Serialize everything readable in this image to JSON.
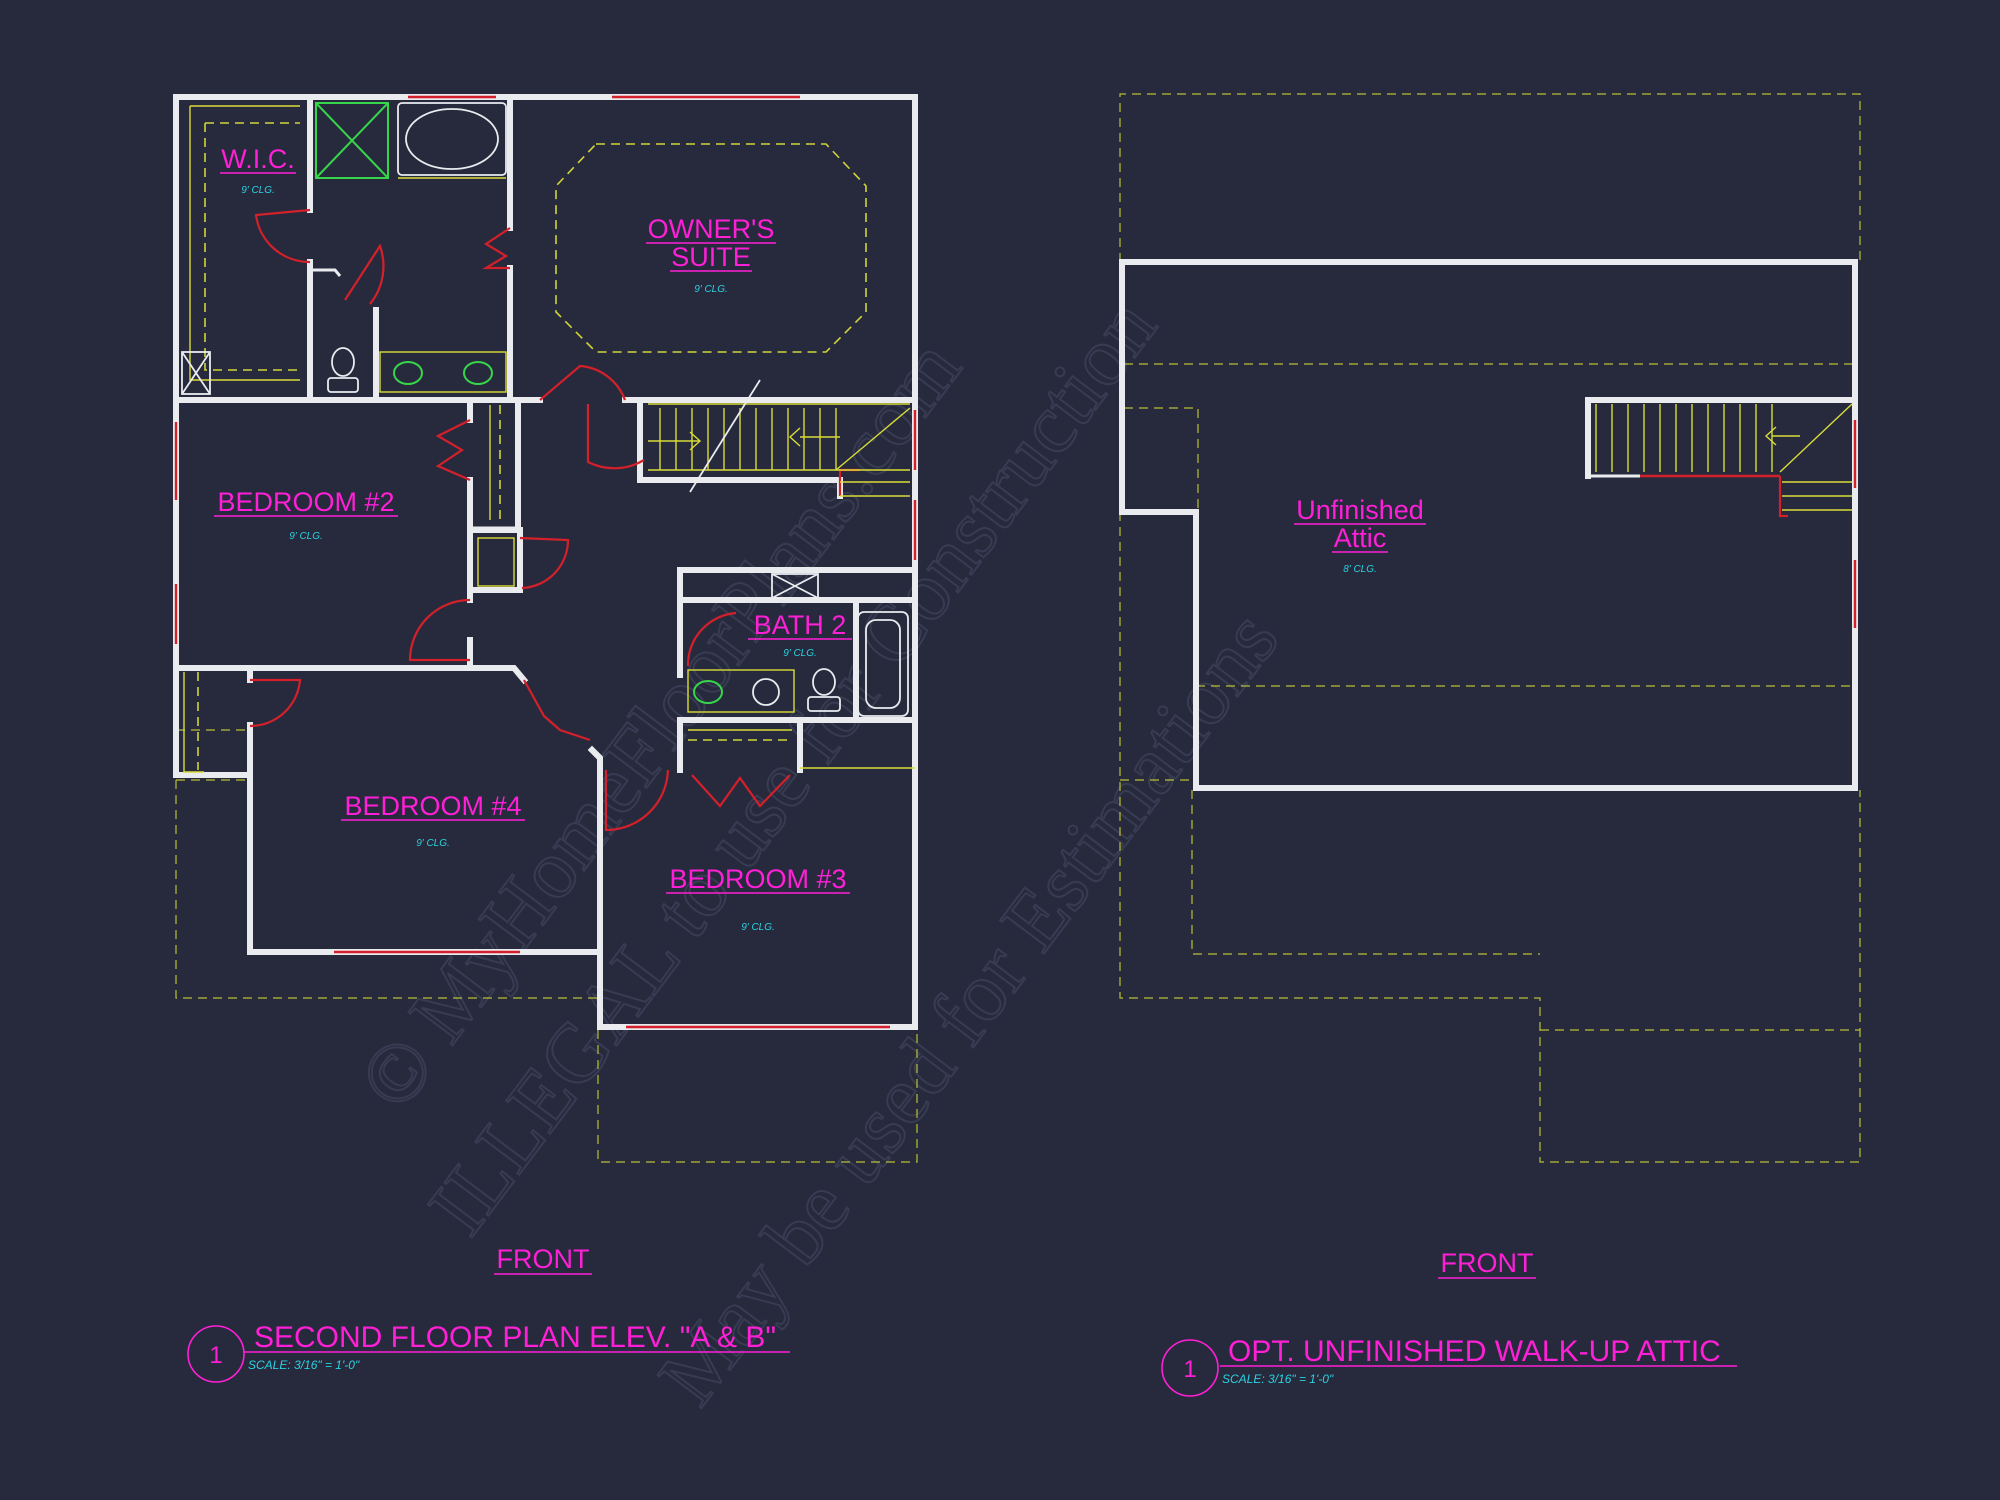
{
  "colors": {
    "background": "#272a3d",
    "label_magenta": "#ff1fd6",
    "ceiling_cyan": "#2ad1e0",
    "wall_white": "#e9ebef",
    "dash_yellow": "#cfd43a",
    "door_red": "#d4202a",
    "fixture_green": "#37d54a"
  },
  "watermark": {
    "line1": "© MyHomeFloorPlans.com",
    "line2": "ILLEGAL to use for Construction",
    "line3": "May be used for Estimations"
  },
  "second_floor": {
    "rooms": {
      "wic": "W.I.C.",
      "wic_clg": "9' CLG.",
      "owners_suite_line1": "OWNER'S",
      "owners_suite_line2": "SUITE",
      "owners_clg": "9' CLG.",
      "bedroom2": "BEDROOM #2",
      "bedroom2_clg": "9' CLG.",
      "bath2": "BATH 2",
      "bath2_clg": "9' CLG.",
      "bedroom4": "BEDROOM #4",
      "bedroom4_clg": "9' CLG.",
      "bedroom3": "BEDROOM #3",
      "bedroom3_clg": "9' CLG."
    },
    "front_label": "FRONT",
    "detail_number": "1",
    "title": "SECOND FLOOR PLAN ELEV. \"A & B\"",
    "scale": "SCALE: 3/16\" = 1'-0\""
  },
  "attic": {
    "rooms": {
      "line1": "Unfinished",
      "line2": "Attic",
      "clg": "8' CLG."
    },
    "front_label": "FRONT",
    "detail_number": "1",
    "title": "OPT. UNFINISHED WALK-UP ATTIC",
    "scale": "SCALE: 3/16\" = 1'-0\""
  }
}
